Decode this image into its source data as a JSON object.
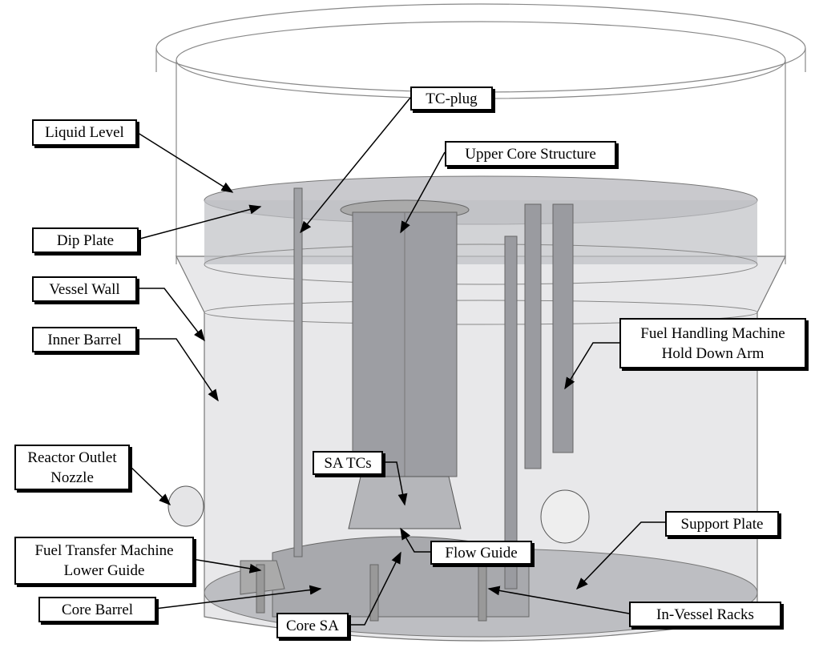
{
  "labels": {
    "tc_plug": "TC-plug",
    "liquid_level": "Liquid Level",
    "upper_core_structure": "Upper Core Structure",
    "dip_plate": "Dip Plate",
    "vessel_wall": "Vessel Wall",
    "inner_barrel": "Inner Barrel",
    "fhm_line1": "Fuel Handling Machine",
    "fhm_line2": "Hold Down Arm",
    "ron_line1": "Reactor Outlet",
    "ron_line2": "Nozzle",
    "sa_tcs": "SA TCs",
    "support_plate": "Support Plate",
    "ftm_line1": "Fuel Transfer Machine",
    "ftm_line2": "Lower Guide",
    "flow_guide": "Flow Guide",
    "core_barrel": "Core Barrel",
    "in_vessel_racks": "In-Vessel Racks",
    "core_sa": "Core SA"
  }
}
